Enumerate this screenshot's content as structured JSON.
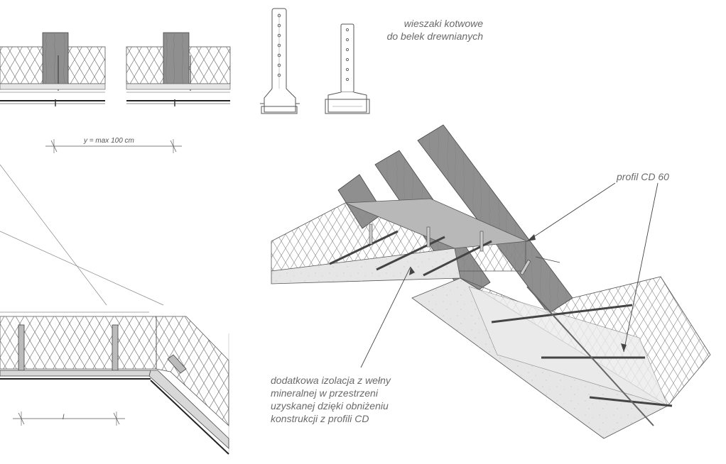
{
  "labels": {
    "hangers_line1": "wieszaki kotwowe",
    "hangers_line2": "do belek drewnianych",
    "profile": "profil CD 60",
    "insulation_line1": "dodatkowa izolacja z wełny",
    "insulation_line2": "mineralnej w przestrzeni",
    "insulation_line3": "uzyskanej dzięki obniżeniu",
    "insulation_line4": "konstrukcji z profili CD"
  },
  "dimensions": {
    "spacing": "y = max 100 cm",
    "span": "l"
  },
  "colors": {
    "line": "#4a4a4a",
    "light_line": "#9a9a9a",
    "beam_fill": "#8f8f8f",
    "beam_dark": "#6f6f6f",
    "insulation_fill": "#f2f2f2",
    "board_fill": "#e6e6e6",
    "label_text": "#6a6a6a"
  }
}
